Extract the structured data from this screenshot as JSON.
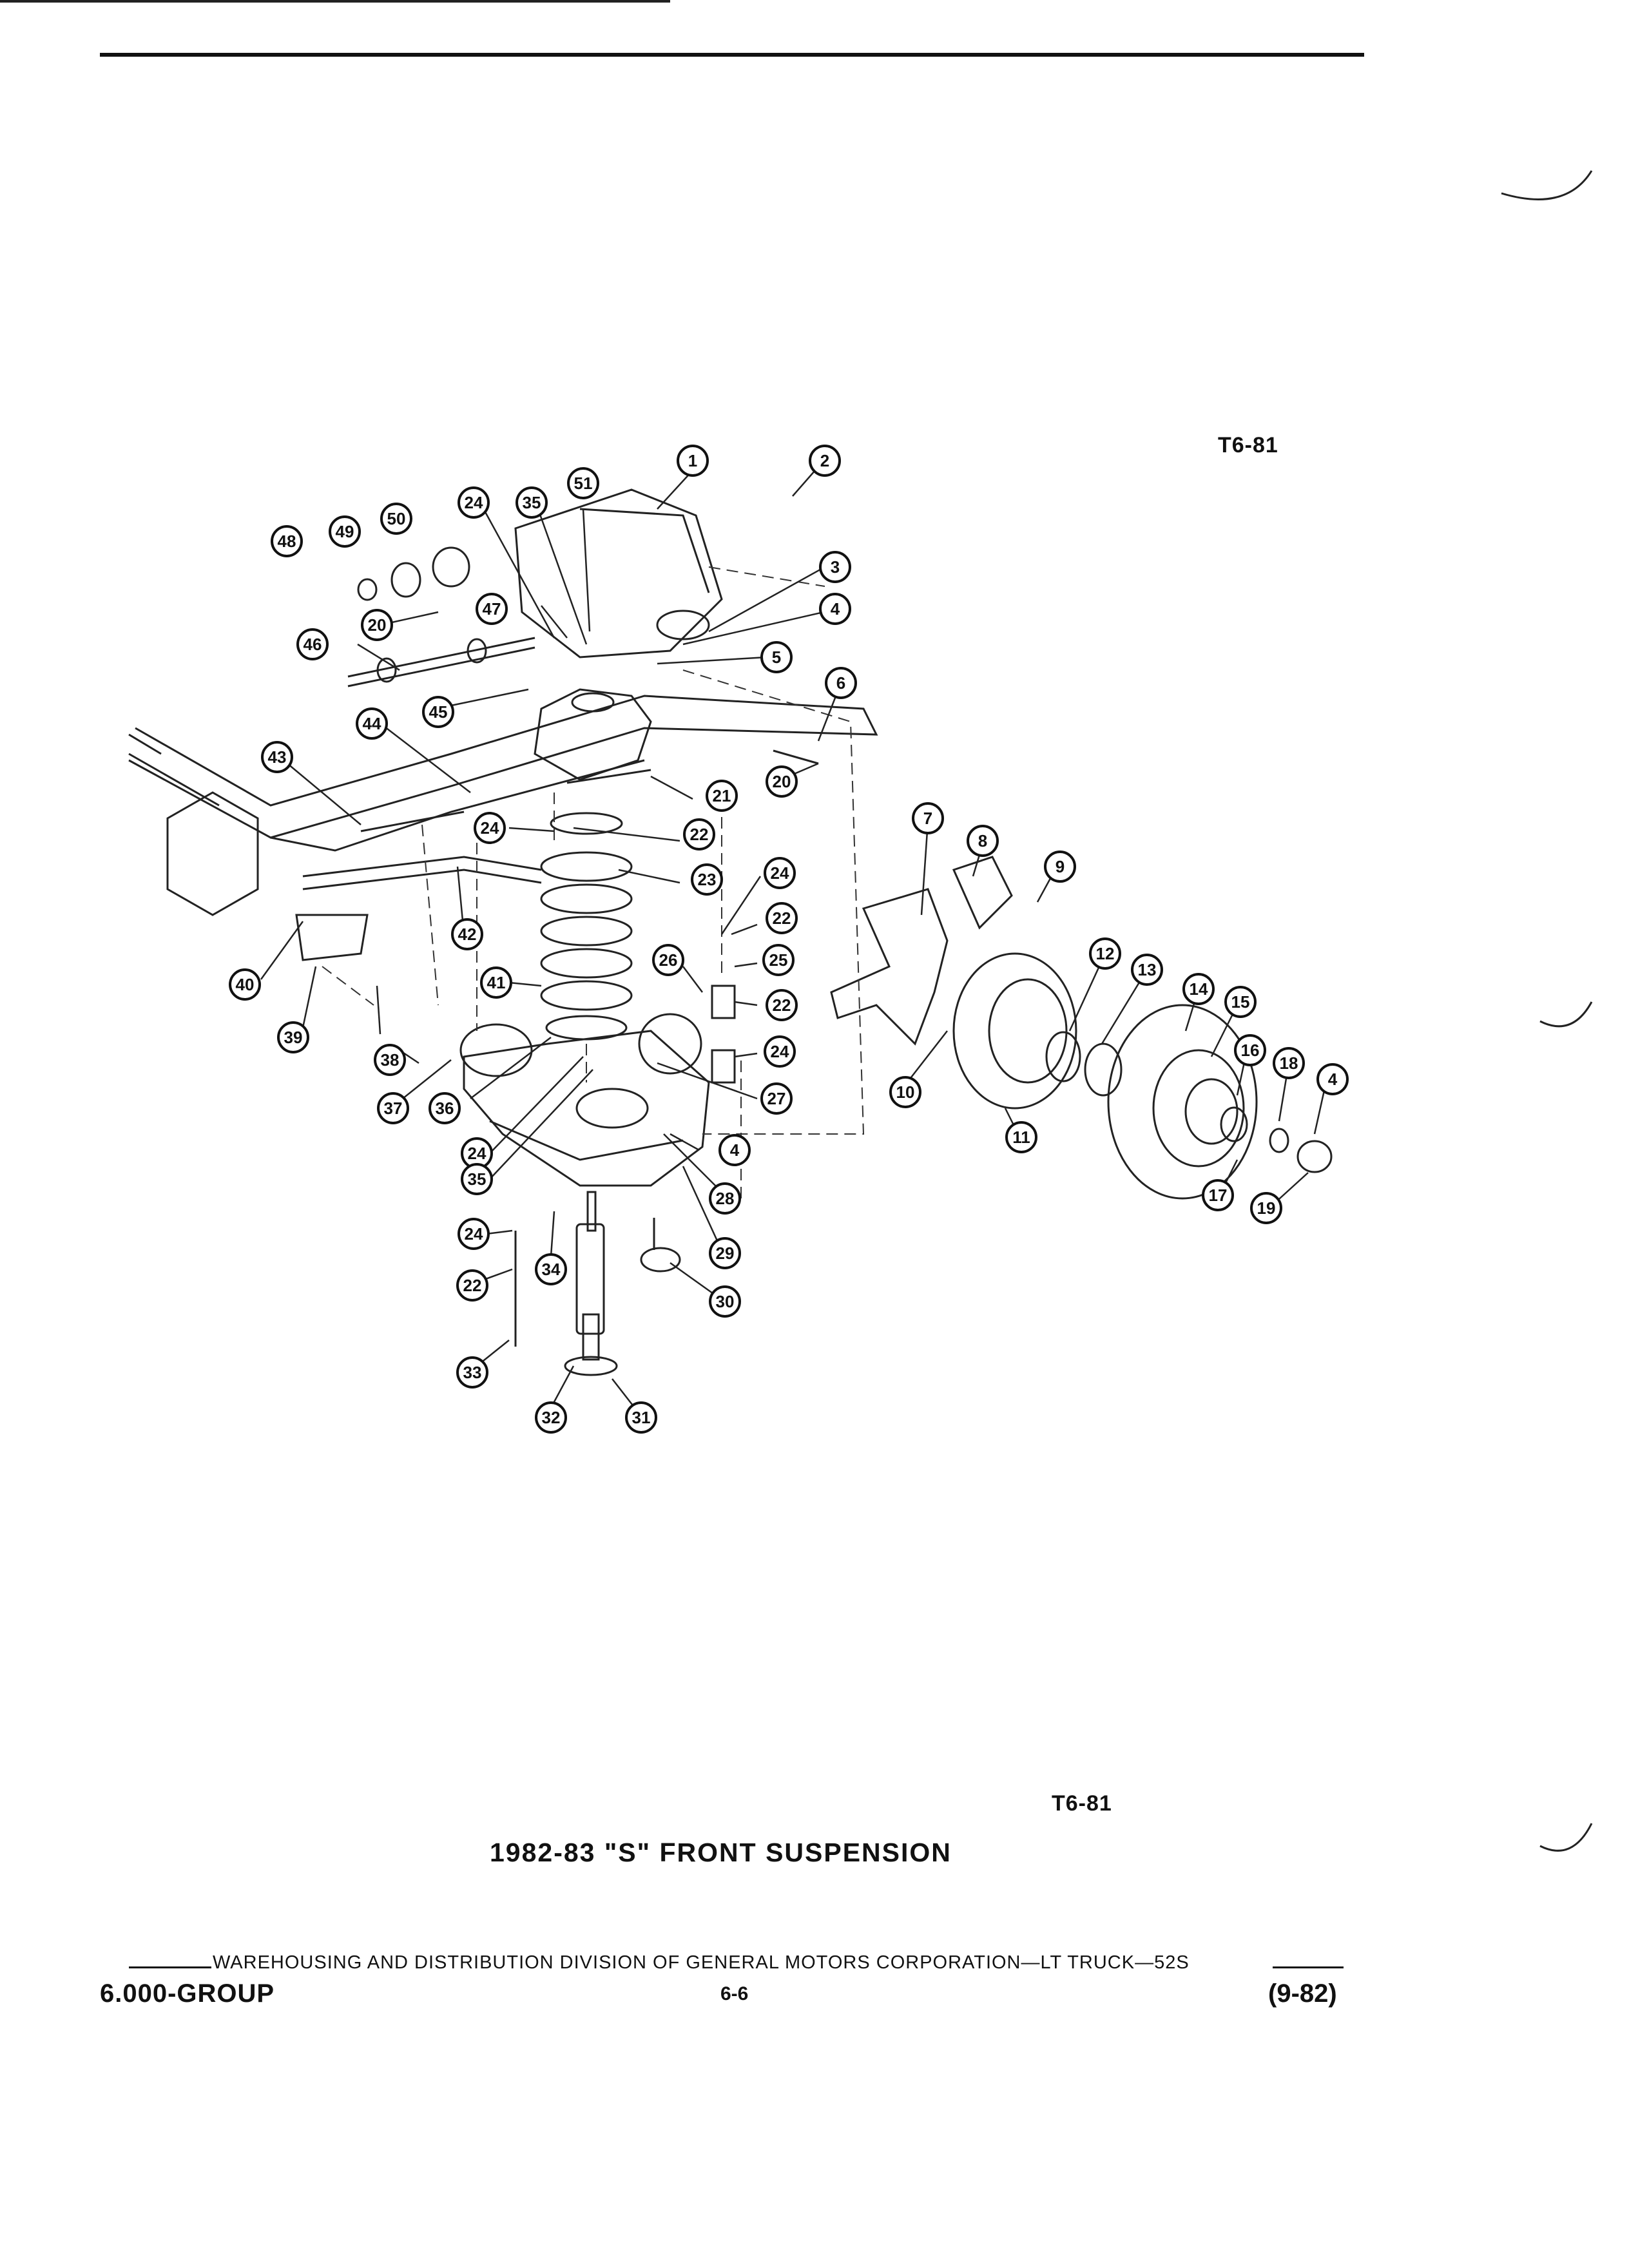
{
  "figure_code": "T6-81",
  "figure_code_bottom": "T6-81",
  "title": "1982-83 \"S\" FRONT SUSPENSION",
  "footer": {
    "text": "WAREHOUSING AND DISTRIBUTION  DIVISION OF GENERAL MOTORS CORPORATION—LT TRUCK—52S",
    "group": "6.000-GROUP",
    "page": "6-6",
    "date": "(9-82)"
  },
  "callouts": [
    "1",
    "2",
    "3",
    "4",
    "5",
    "6",
    "7",
    "8",
    "9",
    "10",
    "11",
    "12",
    "13",
    "14",
    "15",
    "16",
    "17",
    "18",
    "19",
    "20",
    "21",
    "22",
    "23",
    "24",
    "25",
    "26",
    "27",
    "28",
    "29",
    "30",
    "31",
    "32",
    "33",
    "34",
    "35",
    "36",
    "37",
    "38",
    "39",
    "40",
    "41",
    "42",
    "43",
    "44",
    "45",
    "46",
    "47",
    "48",
    "49",
    "50",
    "51"
  ],
  "extra_callouts": [
    "4",
    "4",
    "20",
    "22",
    "22",
    "22",
    "24",
    "24",
    "24",
    "24",
    "24",
    "35"
  ]
}
